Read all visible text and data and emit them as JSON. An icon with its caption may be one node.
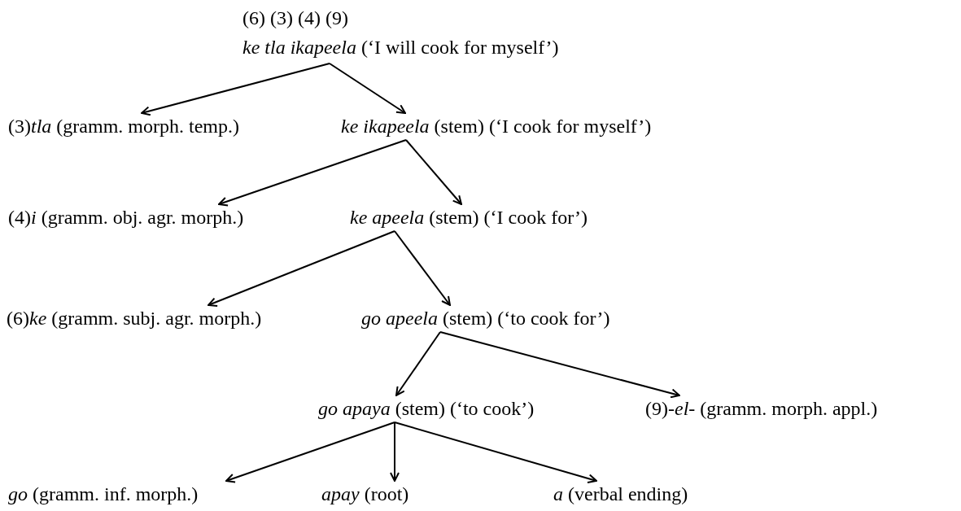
{
  "diagram": {
    "nodes": [
      {
        "text": [
          "(6) (3) (4) (9)",
          "*ke tla ikapeela*  (‘I will cook for myself’)"
        ]
      },
      {
        "text": [
          "(3)*tla* (gramm. morph. temp.)"
        ]
      },
      {
        "text": [
          "*ke ikapeela* (stem) (‘I cook for myself’)"
        ]
      },
      {
        "text": [
          "(4)*i* (gramm. obj. agr. morph.)"
        ]
      },
      {
        "text": [
          "*ke apeela* (stem) (‘I cook for’)"
        ]
      },
      {
        "text": [
          "(6)*ke* (gramm. subj. agr. morph.)"
        ]
      },
      {
        "text": [
          "*go apeela* (stem) (‘to cook for’)"
        ]
      },
      {
        "text": [
          "*go apaya* (stem) (‘to cook’)"
        ]
      },
      {
        "text": [
          "(9)-*el*- (gramm. morph. appl.)"
        ]
      },
      {
        "text": [
          "*go* (gramm. inf. morph.)"
        ]
      },
      {
        "text": [
          "*apay* (root)"
        ]
      },
      {
        "text": [
          "*a* (verbal ending)"
        ]
      }
    ],
    "edges": [
      {
        "from": 0,
        "to": 1,
        "arrow": "to"
      },
      {
        "from": 0,
        "to": 2,
        "arrow": "to"
      },
      {
        "from": 2,
        "to": 3,
        "arrow": "to"
      },
      {
        "from": 2,
        "to": 4,
        "arrow": "to"
      },
      {
        "from": 4,
        "to": 5,
        "arrow": "to"
      },
      {
        "from": 4,
        "to": 6,
        "arrow": "to"
      },
      {
        "from": 6,
        "to": 7,
        "arrow": "to"
      },
      {
        "from": 6,
        "to": 8,
        "arrow": "to"
      },
      {
        "from": 7,
        "to": 9,
        "arrow": "to"
      },
      {
        "from": 7,
        "to": 10,
        "arrow": "to"
      },
      {
        "from": 7,
        "to": 11,
        "arrow": "to"
      }
    ]
  }
}
